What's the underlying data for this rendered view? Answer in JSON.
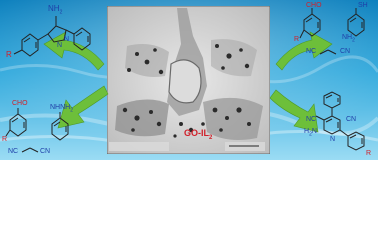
{
  "center_image": {
    "sample_label": "GO-IL",
    "sample_subscript": "2"
  },
  "molecules": {
    "top_left": {
      "amine": "NH",
      "amine_subscript": "2",
      "ring_n1": "N",
      "ring_n2": "N",
      "substituent": "R"
    },
    "bottom_left": {
      "aldehyde": "CHO",
      "hydrazine": "NHNH",
      "hydrazine_subscript": "2",
      "substituent": "R",
      "nitrile_left": "NC",
      "nitrile_right": "CN"
    },
    "top_right": {
      "aldehyde": "CHO",
      "thiol": "SH",
      "amine": "NH",
      "amine_subscript": "2",
      "substituent": "R",
      "nitrile_left": "NC",
      "nitrile_right": "CN"
    },
    "bottom_right": {
      "nitrile": "NC",
      "amine": "H",
      "amine_subscript": "2",
      "amine_n": "N",
      "ring_n": "N",
      "ring_nitrile": "CN",
      "substituent": "R"
    }
  },
  "colors": {
    "arrow": "#6dbf3a",
    "text_red": "#d0202a",
    "text_blue": "#1f3fa8",
    "water_top": "#0f8fc9",
    "water_bottom": "#7fd3f2"
  }
}
